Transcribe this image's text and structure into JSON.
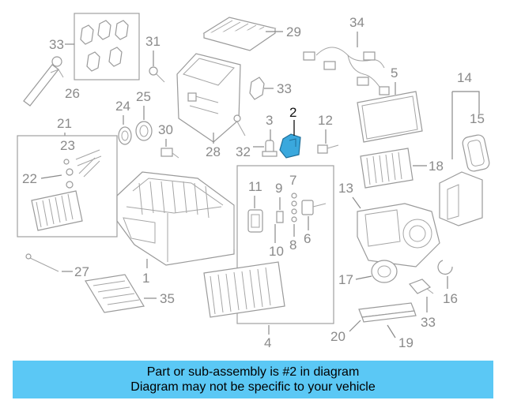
{
  "diagram": {
    "highlight_color": "#3aa8dd",
    "highlighted_part": "2",
    "callouts": [
      "1",
      "2",
      "3",
      "4",
      "5",
      "6",
      "7",
      "8",
      "9",
      "10",
      "11",
      "12",
      "13",
      "14",
      "15",
      "16",
      "17",
      "18",
      "19",
      "20",
      "21",
      "22",
      "23",
      "24",
      "25",
      "26",
      "27",
      "28",
      "29",
      "30",
      "31",
      "32",
      "33",
      "33",
      "33",
      "34",
      "35"
    ]
  },
  "banner": {
    "line1": "Part or sub-assembly is #2 in diagram",
    "line2": "Diagram may not be specific to your vehicle",
    "color": "#5bc8f5"
  }
}
